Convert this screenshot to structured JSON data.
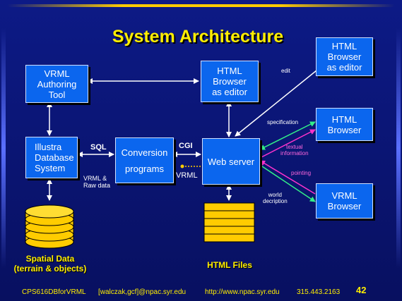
{
  "title": "System Architecture",
  "boxes": {
    "vrml_authoring": [
      "VRML",
      "Authoring",
      "Tool"
    ],
    "html_browser_editor_center": [
      "HTML",
      "Browser",
      "as editor"
    ],
    "html_browser_editor_right": [
      "HTML",
      "Browser",
      "as editor"
    ],
    "html_browser": [
      "HTML",
      "Browser"
    ],
    "illustra": [
      "Illustra",
      "Database",
      "System"
    ],
    "conversion": [
      "Conversion",
      "programs"
    ],
    "web_server": "Web server",
    "vrml_browser": [
      "VRML",
      "Browser"
    ]
  },
  "labels": {
    "edit": "edit",
    "sql": "SQL",
    "cgi": "CGI",
    "vrml_raw": [
      "VRML &",
      "Raw data"
    ],
    "vrml": "VRML",
    "specification": "specification",
    "textual_information": [
      "textual",
      "information"
    ],
    "pointing": "pointing",
    "world_description": [
      "world",
      "decription"
    ]
  },
  "spatial_data": [
    "Spatial Data",
    "(terrain & objects)"
  ],
  "html_files": "HTML Files",
  "footer": {
    "course": "CPS616DBforVRML",
    "emails": "[walczak,gcf]@npac.syr.edu",
    "url": "http://www.npac.syr.edu",
    "phone": "315.443.2163",
    "page_number": "42"
  },
  "colors": {
    "background": "#0d1a86",
    "box_fill": "#0b66ee",
    "title_yellow": "#ffee00",
    "cylinder_yellow": "#ffcc00",
    "arrow_white": "#ffffff",
    "arrow_green": "#33ee88",
    "arrow_magenta": "#ff33cc"
  }
}
